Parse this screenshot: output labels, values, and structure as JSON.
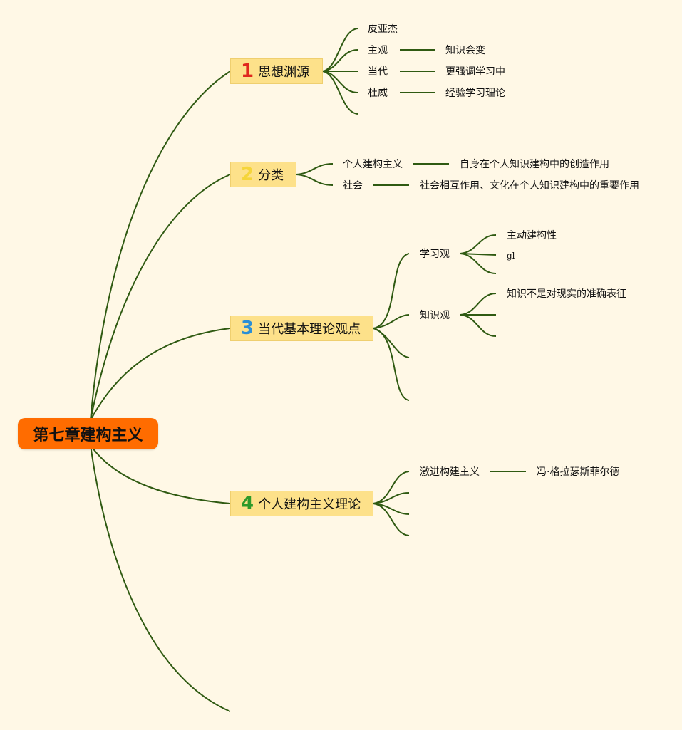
{
  "root": "第七章建构主义",
  "colors": {
    "background": "#fff8e6",
    "root_fill": "#ff6c00",
    "topic_fill": "#fde18a",
    "line": "#2f5a12",
    "num1": "#e0281e",
    "num2": "#f5d53a",
    "num3": "#2a8fd6",
    "num4": "#2e9a2a"
  },
  "topics": [
    {
      "num": "1",
      "label": "思想渊源",
      "items": [
        {
          "label": "皮亚杰"
        },
        {
          "label": "主观",
          "detail": "知识会变"
        },
        {
          "label": "当代",
          "detail": "更强调学习中"
        },
        {
          "label": "杜威",
          "detail": "经验学习理论"
        }
      ]
    },
    {
      "num": "2",
      "label": "分类",
      "items": [
        {
          "label": "个人建构主义",
          "detail": "自身在个人知识建构中的创造作用"
        },
        {
          "label": "社会",
          "detail": "社会相互作用、文化在个人知识建构中的重要作用"
        }
      ]
    },
    {
      "num": "3",
      "label": "当代基本理论观点",
      "items": [
        {
          "label": "学习观",
          "children": [
            "主动建构性",
            "gl"
          ]
        },
        {
          "label": "知识观",
          "children": [
            "知识不是对现实的准确表征"
          ]
        }
      ]
    },
    {
      "num": "4",
      "label": "个人建构主义理论",
      "items": [
        {
          "label": "激进构建主义",
          "detail": "冯·格拉瑟斯菲尔德"
        }
      ]
    }
  ]
}
